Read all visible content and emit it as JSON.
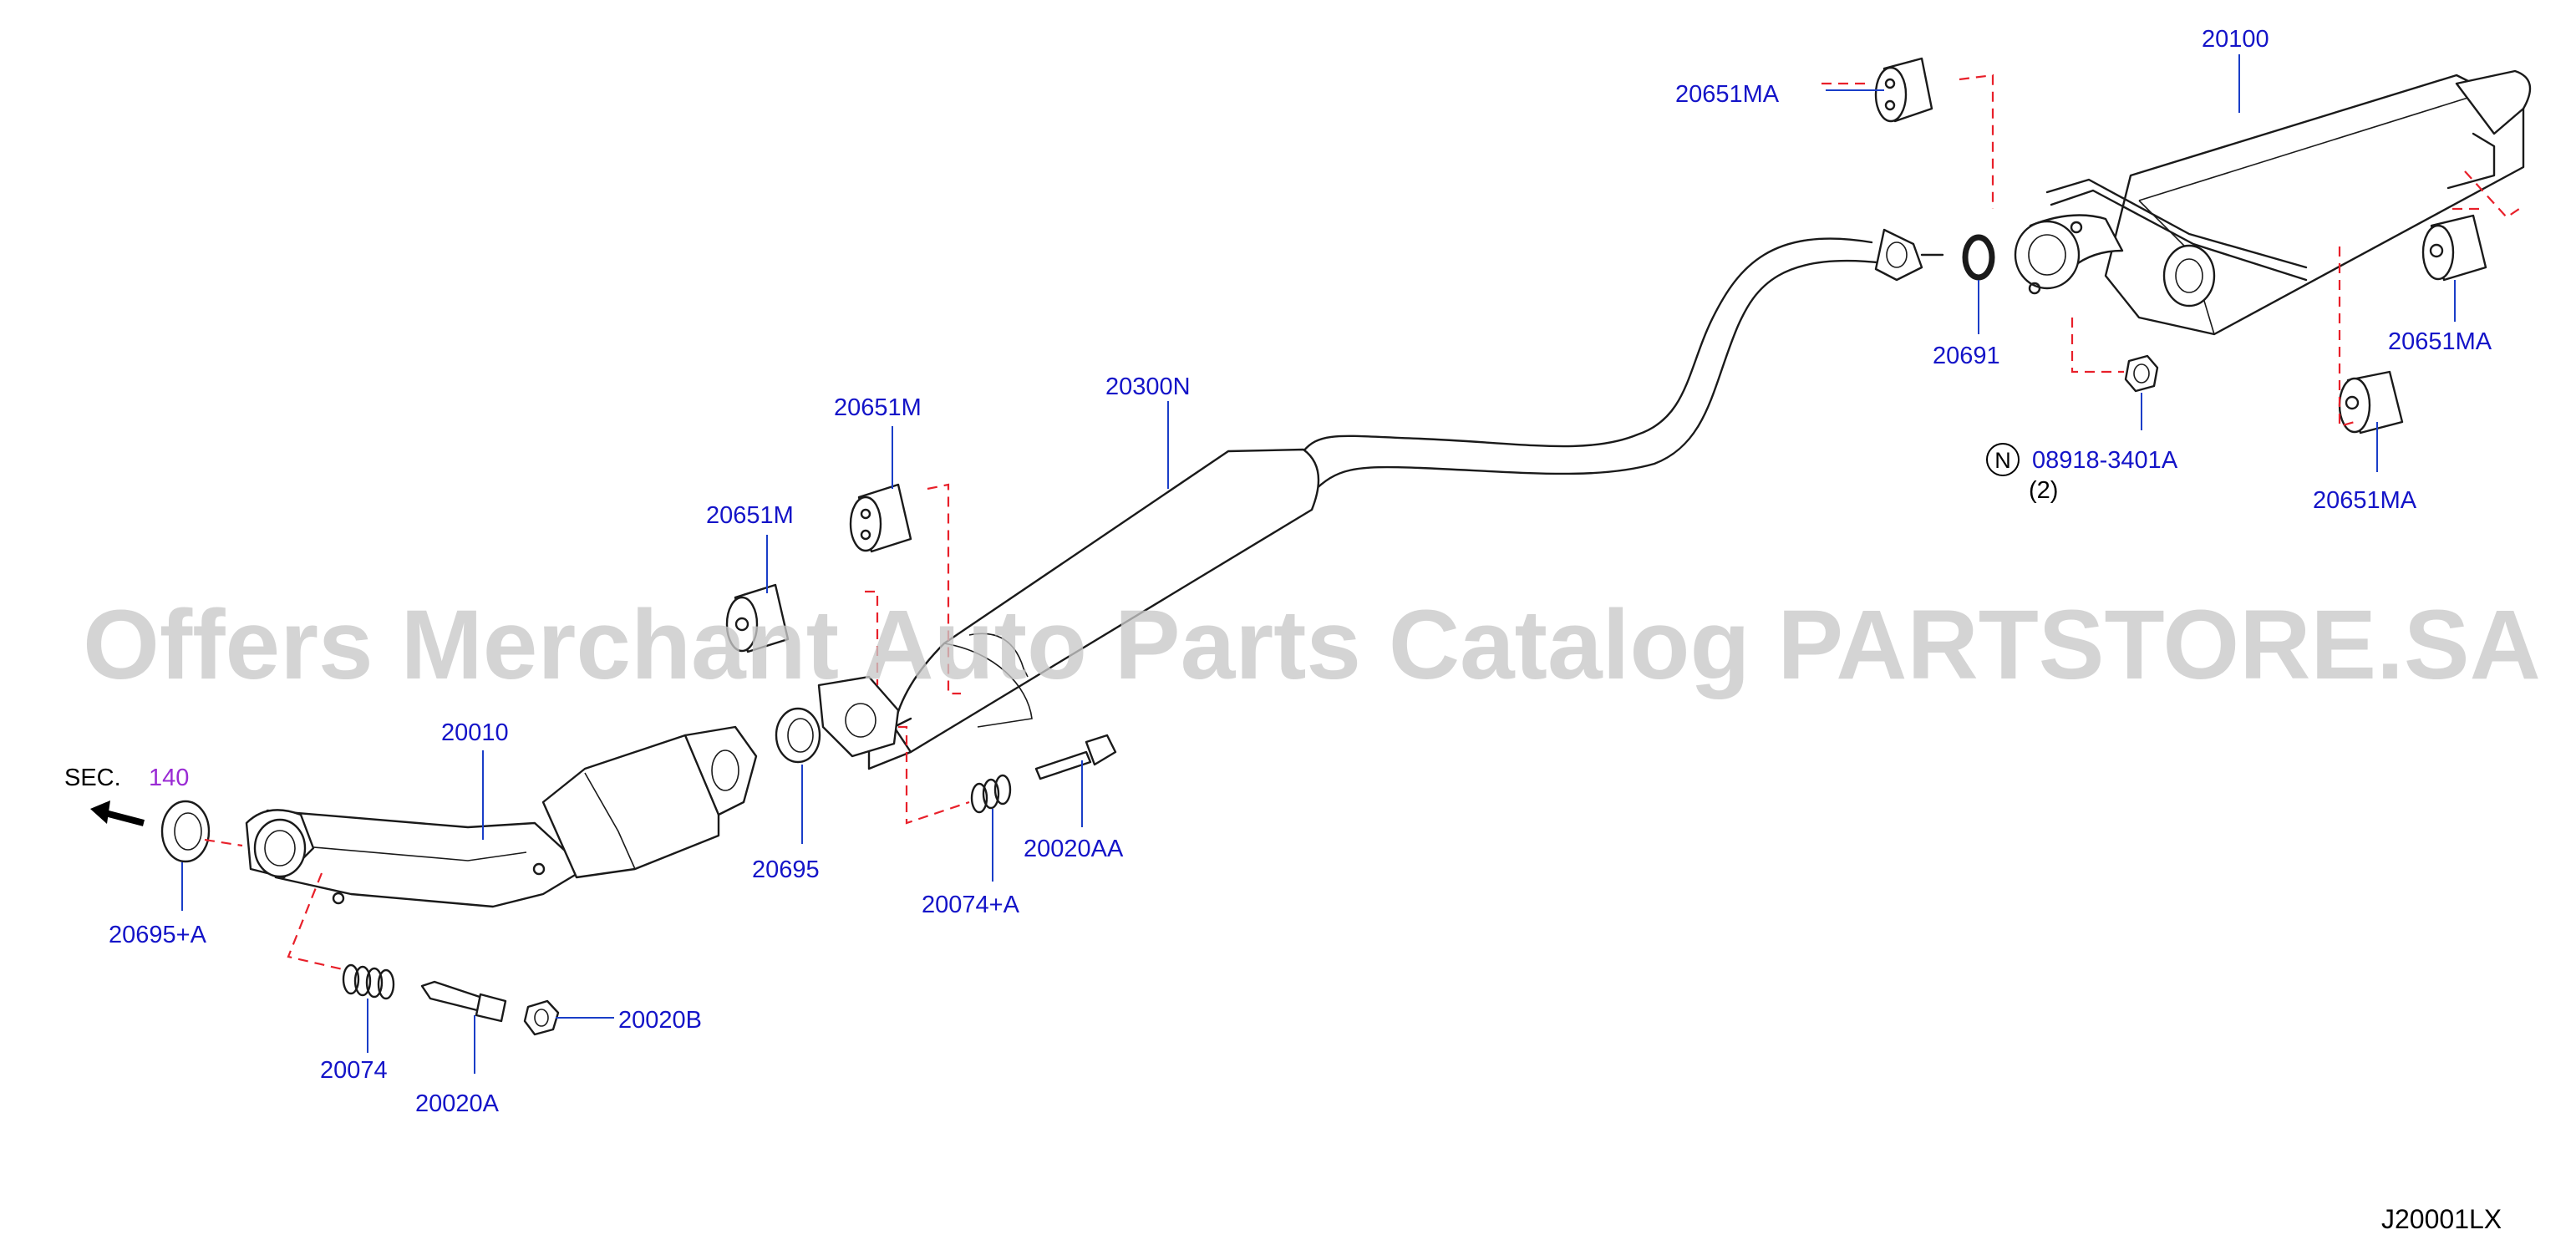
{
  "diagram": {
    "watermark": "Offers Merchant Auto Parts Catalog PARTSTORE.SA",
    "diagram_code": "J20001LX",
    "section_ref": {
      "prefix": "SEC.",
      "number": "140"
    },
    "parts": {
      "p20100": "20100",
      "p20651MA_a": "20651MA",
      "p20651MA_b": "20651MA",
      "p20651MA_c": "20651MA",
      "p20691": "20691",
      "p08918": "08918-3401A",
      "p08918_qty": "(2)",
      "p08918_symbol": "N",
      "p20300N": "20300N",
      "p20651M_a": "20651M",
      "p20651M_b": "20651M",
      "p20010": "20010",
      "p20695": "20695",
      "p20695A": "20695+A",
      "p20074A": "20074+A",
      "p20020AA": "20020AA",
      "p20074": "20074",
      "p20020A": "20020A",
      "p20020B": "20020B"
    },
    "colors": {
      "label": "#1414c8",
      "section_number": "#9a2bd4",
      "dashed_line": "#e8202a",
      "leader": "#1a3ec8",
      "drawing": "#1a1a1a",
      "watermark": "#c8c8c8"
    }
  }
}
